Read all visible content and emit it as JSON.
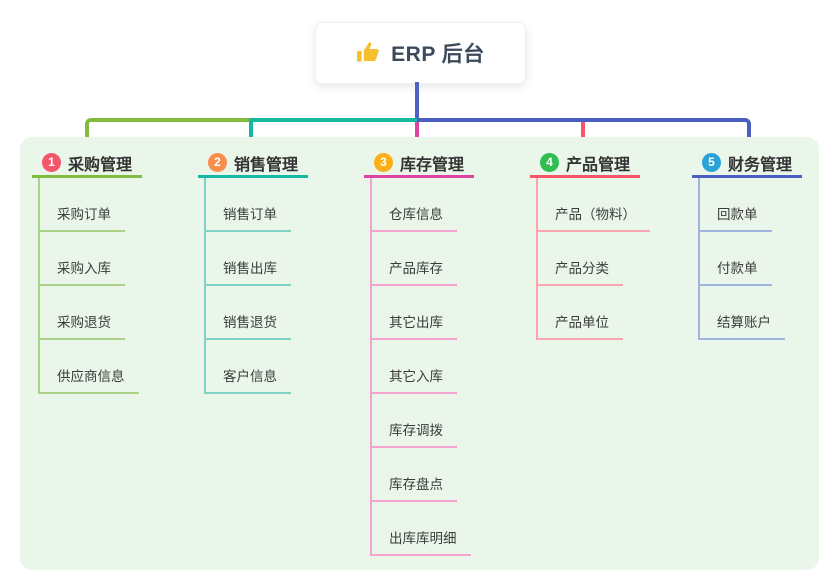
{
  "root": {
    "title": "ERP 后台",
    "icon": "thumbs-up-icon"
  },
  "branches": [
    {
      "number": "1",
      "title": "采购管理",
      "color": "#82bb3f",
      "light_color": "#aad387",
      "badge_color": "#f5566b",
      "children": [
        "采购订单",
        "采购入库",
        "采购退货",
        "供应商信息"
      ]
    },
    {
      "number": "2",
      "title": "销售管理",
      "color": "#16b8a2",
      "light_color": "#7ed3c6",
      "badge_color": "#f98d4c",
      "children": [
        "销售订单",
        "销售出库",
        "销售退货",
        "客户信息"
      ]
    },
    {
      "number": "3",
      "title": "库存管理",
      "color": "#dd44a2",
      "light_color": "#f4a3cf",
      "badge_color": "#fbb017",
      "children": [
        "仓库信息",
        "产品库存",
        "其它出库",
        "其它入库",
        "库存调拨",
        "库存盘点",
        "出库库明细"
      ]
    },
    {
      "number": "4",
      "title": "产品管理",
      "color": "#f4556a",
      "light_color": "#f9a4ae",
      "badge_color": "#2ebd4e",
      "children": [
        "产品（物料）",
        "产品分类",
        "产品单位"
      ]
    },
    {
      "number": "5",
      "title": "财务管理",
      "color": "#4a5fc1",
      "light_color": "#9fb3de",
      "badge_color": "#29a3d7",
      "children": [
        "回款单",
        "付款单",
        "结算账户"
      ]
    }
  ],
  "colors": {
    "panel_background": "#e9f6e9",
    "center_connector": "#4f61c5",
    "root_icon_fill": "#f5c02c"
  }
}
